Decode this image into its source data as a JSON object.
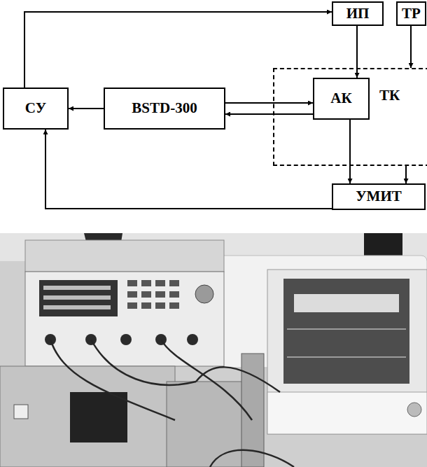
{
  "diagram": {
    "nodes": [
      {
        "text": [
          "ИП"
        ]
      },
      {
        "text": [
          "ТР"
        ]
      },
      {
        "text": [
          "ТК"
        ]
      },
      {
        "text": [
          "АК"
        ],
        "in": 2
      },
      {
        "text": [
          "СУ"
        ]
      },
      {
        "text": [
          "BSTD-300"
        ]
      },
      {
        "text": [
          "УМИТ"
        ]
      }
    ],
    "edges": [
      {
        "from": 4,
        "to": 0,
        "arrow": "to"
      },
      {
        "from": 0,
        "to": 3,
        "arrow": "to"
      },
      {
        "from": 1,
        "to": 2,
        "arrow": "to"
      },
      {
        "from": 5,
        "to": 4,
        "arrow": "to"
      },
      {
        "from": 5,
        "to": 3,
        "arrow": "to"
      },
      {
        "from": 3,
        "to": 5,
        "arrow": "to"
      },
      {
        "from": 3,
        "to": 6,
        "arrow": "to"
      },
      {
        "from": 2,
        "to": 6,
        "arrow": "to"
      },
      {
        "from": 6,
        "to": 4,
        "arrow": "to"
      }
    ]
  }
}
